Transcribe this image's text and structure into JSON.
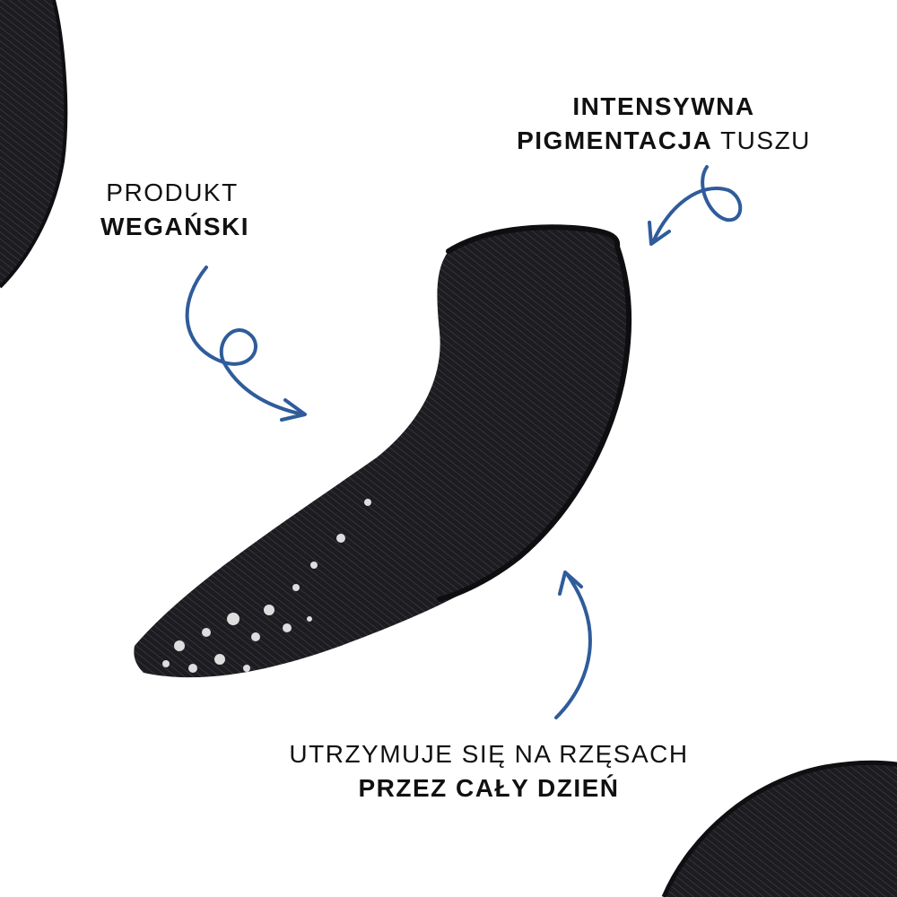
{
  "labels": {
    "vegan": {
      "line1": "PRODUKT",
      "line2": "WEGAŃSKI"
    },
    "pigment": {
      "line1": "INTENSYWNA",
      "line2_bold": "PIGMENTACJA",
      "line2_light": " TUSZU"
    },
    "lasting": {
      "line1": "UTRZYMUJE SIĘ NA RZĘSACH",
      "line2": "PRZEZ CAŁY DZIEŃ"
    }
  },
  "colors": {
    "arrow": "#2f5c9a",
    "mascara": "#1c1c20",
    "background": "#ffffff"
  },
  "icons": [
    "curly-arrow-icon",
    "curved-arrow-icon"
  ]
}
